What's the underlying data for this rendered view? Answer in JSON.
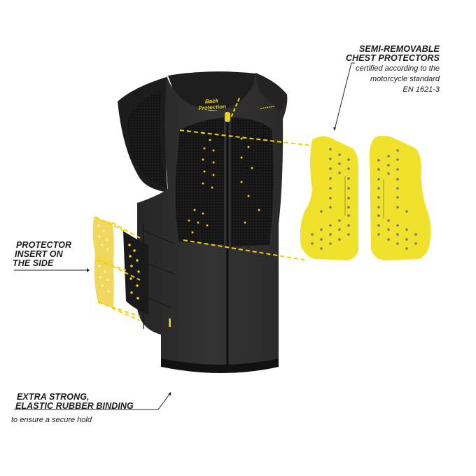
{
  "callouts": {
    "chest": {
      "title_line1": "SEMI-REMOVABLE",
      "title_line2": "CHEST PROTECTORS",
      "sub_line1": "certified according to the",
      "sub_line2": "motorcycle standard",
      "sub_line3": "EN 1621-3"
    },
    "side": {
      "title_line1": "PROTECTOR",
      "title_line2": "INSERT ON",
      "title_line3": "THE SIDE"
    },
    "binding": {
      "title_line1": "EXTRA STRONG,",
      "title_line2": "ELASTIC RUBBER BINDING",
      "sub_line1": "to ensure a secure hold"
    }
  },
  "vest": {
    "inner_label_line1": "Back",
    "inner_label_line2": "Protection"
  },
  "colors": {
    "protector_yellow": "#f0e12a",
    "vest_dark": "#2b2b2b",
    "mesh_black": "#151515",
    "dash_yellow": "#f2d300",
    "text": "#1a1a1a"
  }
}
